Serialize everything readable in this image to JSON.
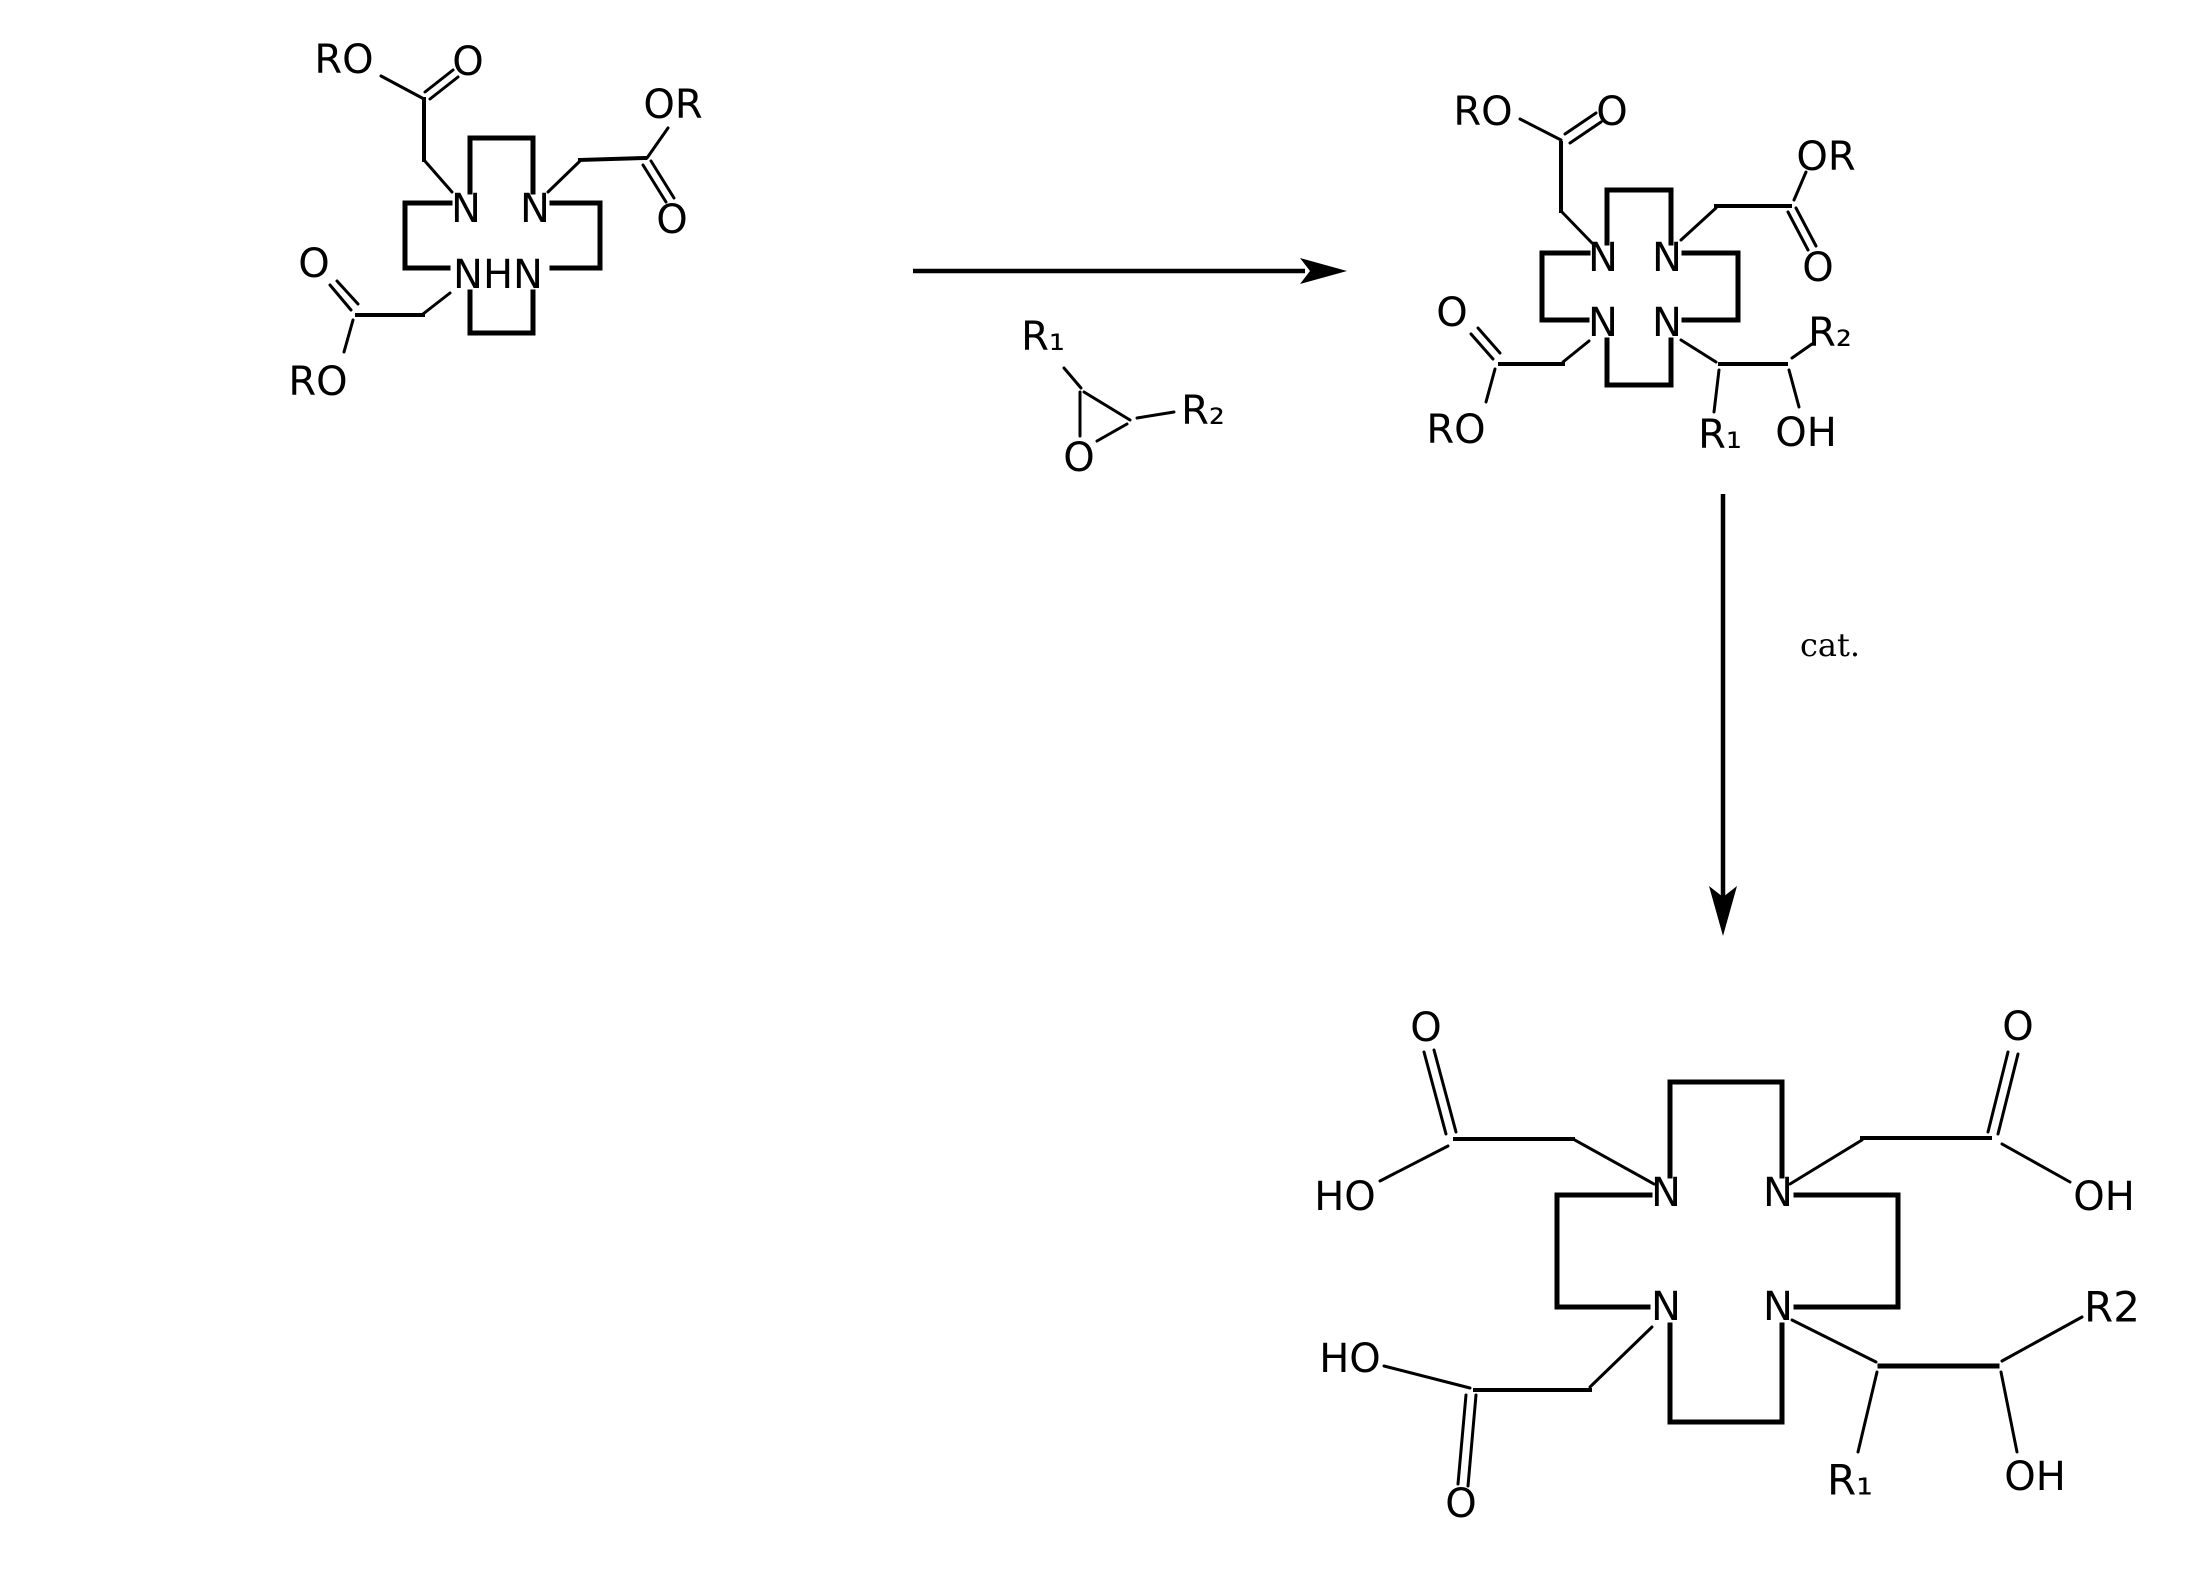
{
  "colors": {
    "ink": "#000000",
    "background": "#ffffff"
  },
  "scheme": {
    "reactant": {
      "labels": {
        "ro_top": "RO",
        "o_top": "O",
        "or_right": "OR",
        "o_right": "O",
        "n_top_left": "N",
        "n_top_right": "N",
        "nhn": "NHN",
        "o_left": "O",
        "ro_bottom": "RO"
      }
    },
    "reagent_epoxide": {
      "labels": {
        "r1": "R₁",
        "o": "O",
        "r2": "R₂"
      }
    },
    "arrow_down": {
      "caption": "cat."
    },
    "intermediate": {
      "labels": {
        "ro_top": "RO",
        "o_top": "O",
        "or_right": "OR",
        "o_right": "O",
        "n_top_left": "N",
        "n_top_right": "N",
        "n_bottom_left": "N",
        "n_bottom_right": "N",
        "o_left": "O",
        "ro_bottom": "RO",
        "r1": "R₁",
        "oh": "OH",
        "r2": "R₂"
      }
    },
    "product": {
      "labels": {
        "o_top_left": "O",
        "ho_left": "HO",
        "o_top_right": "O",
        "oh_right": "OH",
        "n_top_left": "N",
        "n_top_right": "N",
        "n_bottom_left": "N",
        "n_bottom_right": "N",
        "ho_bottom_left": "HO",
        "o_bottom": "O",
        "r1": "R₁",
        "oh_bottom": "OH",
        "r2": "R2"
      }
    }
  }
}
